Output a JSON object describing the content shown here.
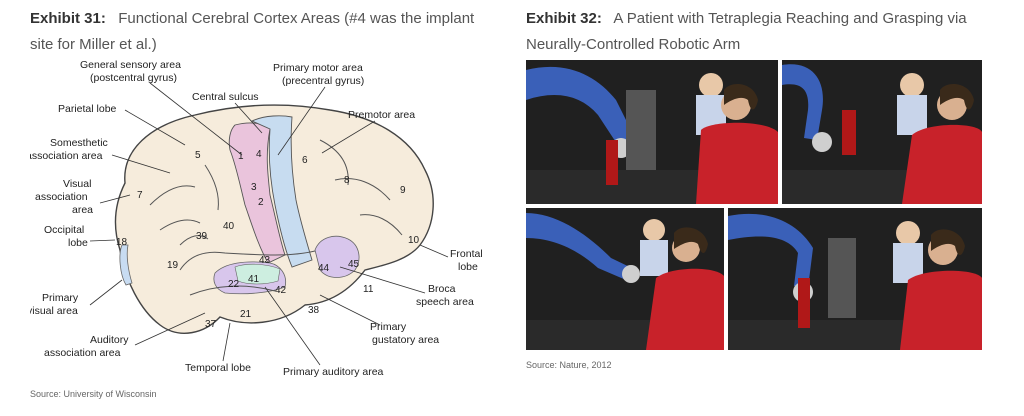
{
  "exhibit31": {
    "title_bold": "Exhibit 31:",
    "title_text": "Functional Cerebral Cortex Areas (#4 was the implant site for Miller et al.)",
    "source": "Source: University of Wisconsin",
    "labels": {
      "general_sensory_1": "General sensory area",
      "general_sensory_2": "(postcentral gyrus)",
      "primary_motor_1": "Primary motor area",
      "primary_motor_2": "(precentral gyrus)",
      "central_sulcus": "Central sulcus",
      "parietal_lobe": "Parietal lobe",
      "premotor": "Premotor area",
      "somesthetic_1": "Somesthetic",
      "somesthetic_2": "association area",
      "visual_assoc_1": "Visual",
      "visual_assoc_2": "association",
      "visual_assoc_3": "area",
      "occipital_1": "Occipital",
      "occipital_2": "lobe",
      "frontal_1": "Frontal",
      "frontal_2": "lobe",
      "broca_1": "Broca",
      "broca_2": "speech area",
      "primary_visual_1": "Primary",
      "primary_visual_2": "visual area",
      "auditory_assoc_1": "Auditory",
      "auditory_assoc_2": "association area",
      "primary_gustatory_1": "Primary",
      "primary_gustatory_2": "gustatory area",
      "temporal_lobe": "Temporal lobe",
      "primary_auditory": "Primary auditory area"
    },
    "numbers": [
      "1",
      "2",
      "3",
      "4",
      "5",
      "6",
      "7",
      "8",
      "9",
      "10",
      "18",
      "19",
      "21",
      "22",
      "37",
      "38",
      "39",
      "40",
      "41",
      "42",
      "43",
      "44",
      "45",
      "11"
    ]
  },
  "exhibit32": {
    "title_bold": "Exhibit 32:",
    "title_text": "A Patient with Tetraplegia Reaching and Grasping via Neurally-Controlled Robotic Arm",
    "source": "Source: Nature, 2012"
  },
  "colors": {
    "brain_fill": "#f6ecdc",
    "motor_blue": "#c7dcf0",
    "sensory_pink": "#eac4dc",
    "auditory_purple": "#d8c6ec",
    "auditory_green": "#cdeee0",
    "visual_blue": "#c8dcf2",
    "robot_blue": "#3a60b8",
    "shirt_red": "#c8222a"
  }
}
